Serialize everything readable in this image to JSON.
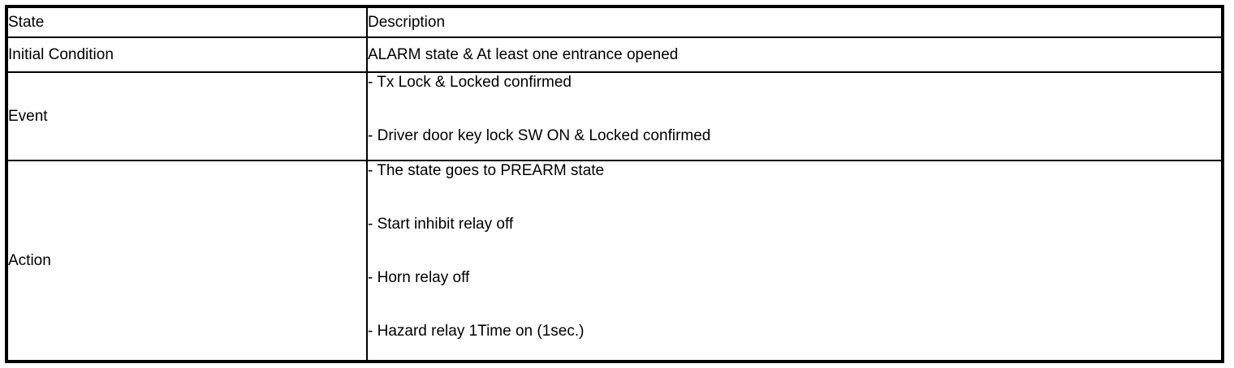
{
  "table": {
    "header": {
      "state": "State",
      "description": "Description"
    },
    "rows": [
      {
        "state": "Initial Condition",
        "description_lines": [
          "ALARM state & At least one entrance opened"
        ]
      },
      {
        "state": "Event",
        "description_lines": [
          "- Tx Lock & Locked confirmed",
          "- Driver door key lock SW ON & Locked confirmed"
        ]
      },
      {
        "state": "Action",
        "description_lines": [
          "- The state goes to PREARM state",
          "- Start inhibit relay off",
          "- Horn relay off",
          "- Hazard relay 1Time on (1sec.)"
        ]
      }
    ]
  },
  "colors": {
    "border": "#000000",
    "text": "#000000",
    "background": "#ffffff"
  }
}
